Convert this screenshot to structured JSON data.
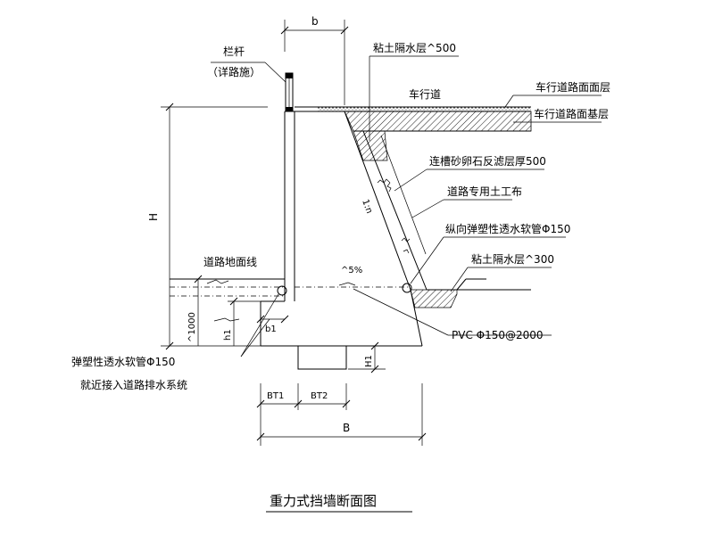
{
  "title": "重力式挡墙断面图",
  "labels": {
    "railing": "栏杆",
    "railing_note": "（详路施）",
    "clay_top": "粘土隔水层^500",
    "roadway": "车行道",
    "surface_layer": "车行道路面面层",
    "base_layer": "车行道路面基层",
    "filter_layer": "连槽砂卵石反滤层厚500",
    "geotextile": "道路专用土工布",
    "long_drain": "纵向弹塑性透水软管Φ150",
    "clay_bottom": "粘土隔水层^300",
    "ground_line": "道路地面线",
    "pvc": "PVC Φ150@2000",
    "slope": "^5%",
    "side_drain": "弹塑性透水软管Φ150",
    "side_drain_note": "就近接入道路排水系统",
    "slope_ratio": "1:n"
  },
  "dims": {
    "b": "b",
    "H": "H",
    "d1000": "^1000",
    "h1": "h1",
    "b1": "b1",
    "H1": "H1",
    "BT1": "BT1",
    "BT2": "BT2",
    "B": "B"
  },
  "colors": {
    "line": "#000000",
    "hatch": "#000000",
    "background": "#ffffff"
  }
}
